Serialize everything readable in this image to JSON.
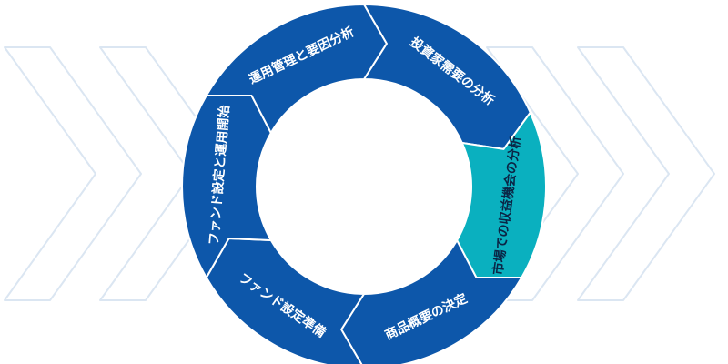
{
  "diagram": {
    "type": "cycle",
    "colors": {
      "primary": "#0d57aa",
      "highlight": "#0ab0bf",
      "chevron_outline": "#dbe6f2",
      "background": "#ffffff"
    },
    "steps": [
      {
        "label": "投資家需要の分析",
        "highlighted": false
      },
      {
        "label": "市場での収益機会の分析",
        "highlighted": true
      },
      {
        "label": "商品概要の決定",
        "highlighted": false
      },
      {
        "label": "ファンド設定準備",
        "highlighted": false
      },
      {
        "label": "ファンド設定と運用開始",
        "highlighted": false
      },
      {
        "label": "運用管理と要因分析",
        "highlighted": false
      }
    ]
  }
}
